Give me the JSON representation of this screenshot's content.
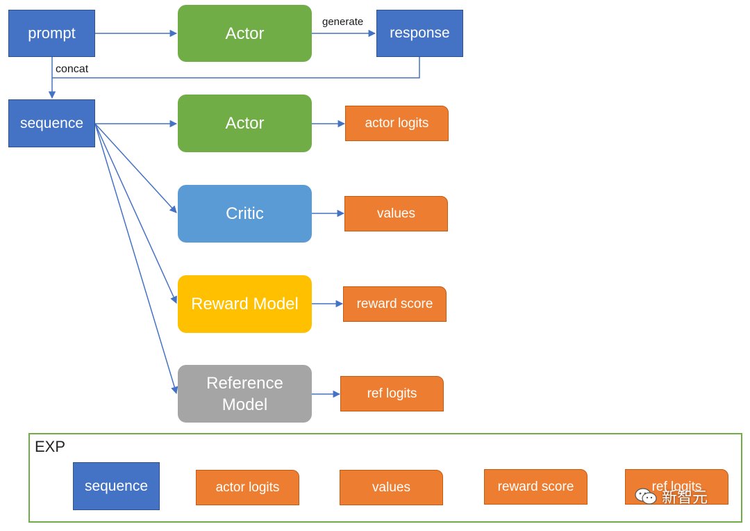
{
  "nodes": {
    "prompt": "prompt",
    "actor_gen": "Actor",
    "response": "response",
    "sequence": "sequence",
    "actor": "Actor",
    "critic": "Critic",
    "reward_model": "Reward Model",
    "reference_model": "Reference\nModel"
  },
  "outputs": {
    "actor_logits": "actor logits",
    "values": "values",
    "reward_score": "reward score",
    "ref_logits": "ref logits"
  },
  "edge_labels": {
    "generate": "generate",
    "concat": "concat"
  },
  "legend": {
    "title": "EXP",
    "items": [
      "sequence",
      "actor logits",
      "values",
      "reward score",
      "ref logits"
    ]
  },
  "watermark": {
    "text": "新智元",
    "icon": "wechat-icon"
  },
  "colors": {
    "input_blue": "#4472c4",
    "actor_green": "#70ad47",
    "critic_blue": "#5b9bd5",
    "reward_gold": "#ffc000",
    "reference_gray": "#a5a5a5",
    "output_orange": "#ed7d31",
    "legend_border": "#70ad47",
    "arrow": "#4472c4"
  }
}
